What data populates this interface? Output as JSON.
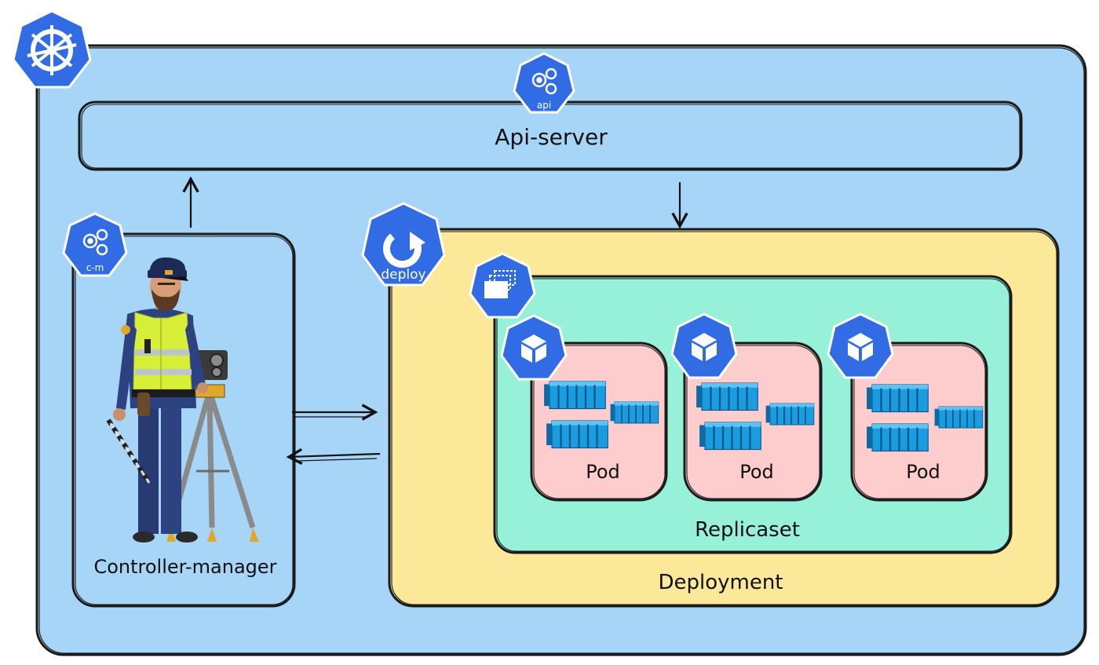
{
  "labels": {
    "api_server": "Api-server",
    "controller_manager": "Controller-manager",
    "deployment": "Deployment",
    "replicaset": "Replicaset",
    "pods": [
      "Pod",
      "Pod",
      "Pod"
    ]
  },
  "badges": {
    "api": "api",
    "controller_manager": "c-m",
    "deploy": "deploy"
  },
  "icons": {
    "logo": "kubernetes-helm-wheel-icon",
    "api": "gears-icon",
    "controller_manager": "gears-icon",
    "deploy": "refresh-arrow-icon",
    "replicaset": "stacked-windows-icon",
    "pod": "cube-icon",
    "containers": "shipping-container-icon",
    "illustration": "traffic-officer-with-camera-tripod"
  },
  "colors": {
    "cluster": "#a6d5f8",
    "deployment": "#fbe999",
    "replicaset": "#97f0d8",
    "pod": "#fdcccc",
    "k8s_blue": "#326ce5",
    "container_blue": "#1b9be0",
    "outline": "#1a1a1a"
  }
}
